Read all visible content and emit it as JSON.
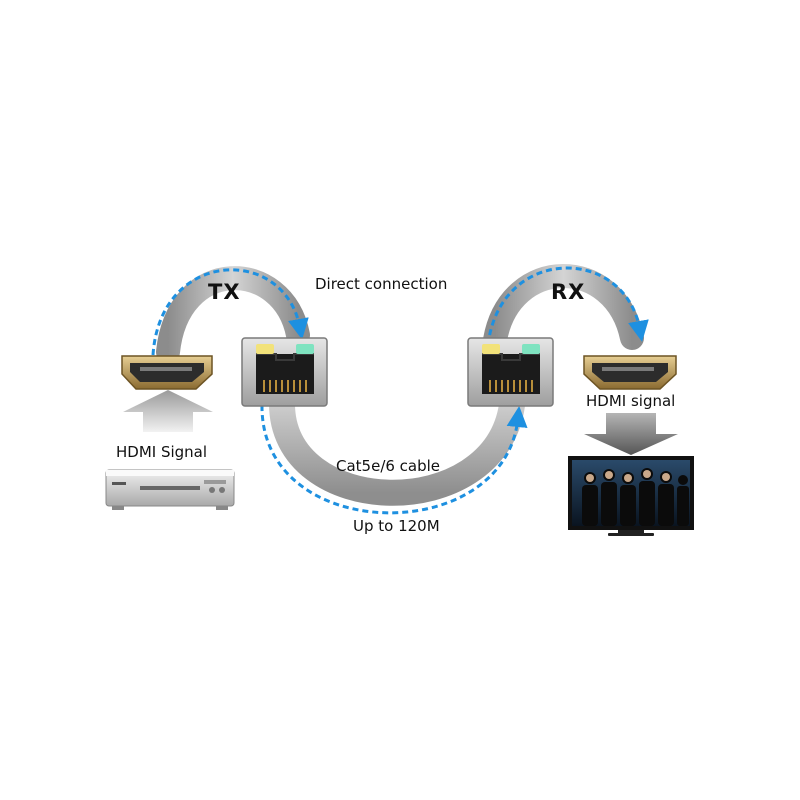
{
  "labels": {
    "tx": "TX",
    "rx": "RX",
    "direct_connection": "Direct connection",
    "hdmi_signal_in": "HDMI Signal",
    "hdmi_signal_out": "HDMI signal",
    "cable": "Cat5e/6 cable",
    "distance": "Up to 120M"
  },
  "devices": {
    "source": "dvd-player",
    "display": "television",
    "transmitter_port": "rj45-port",
    "receiver_port": "rj45-port",
    "input_connector": "hdmi-port",
    "output_connector": "hdmi-port"
  },
  "colors": {
    "flow_arrow": "#1e90e0",
    "cable_gray": "#a7a7a7",
    "port_metal": "#c9c9c9",
    "hdmi_gold": "#c8a15a",
    "led_yellow": "#f2e27a",
    "led_green": "#7fe3c0"
  }
}
